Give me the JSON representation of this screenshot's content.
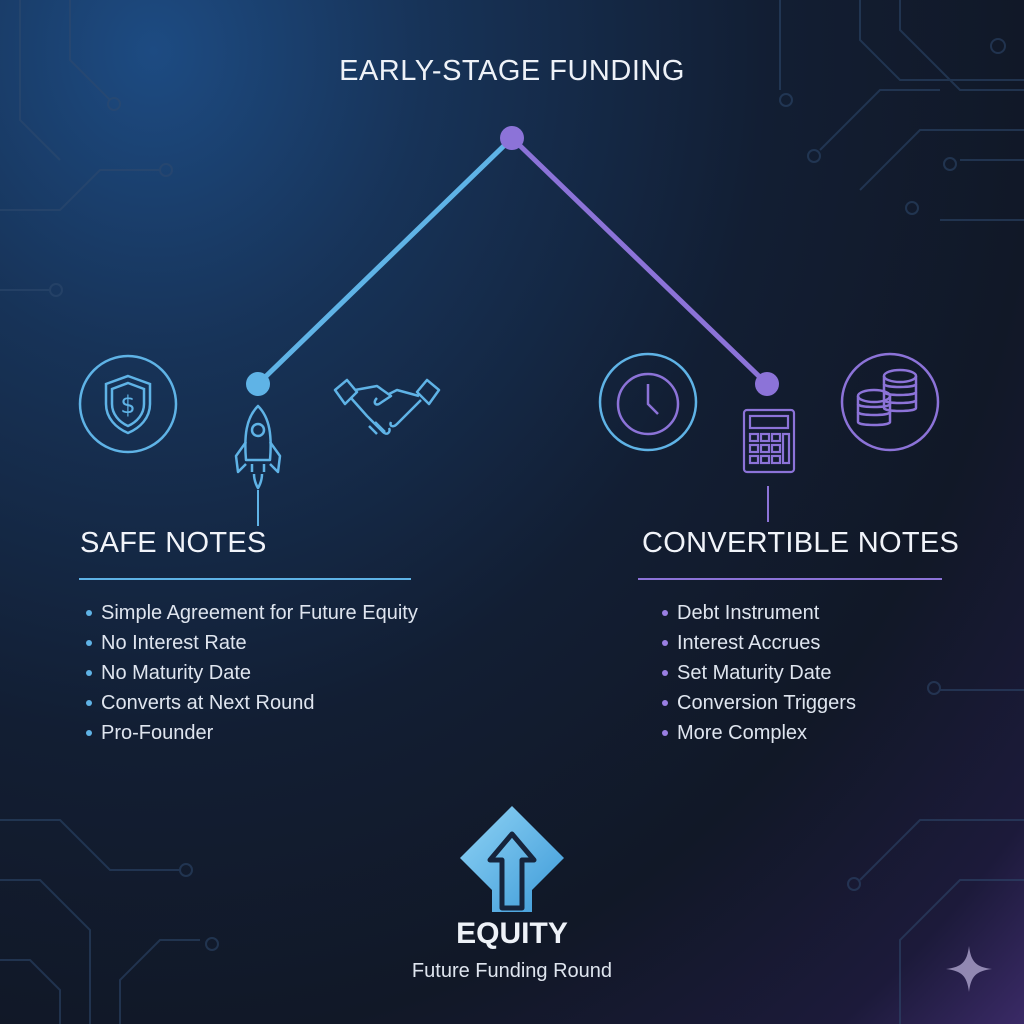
{
  "title": "EARLY-STAGE FUNDING",
  "colors": {
    "safe_accent": "#5fb3e6",
    "convertible_accent": "#8c73d8"
  },
  "safe": {
    "title": "SAFE NOTES",
    "icons": [
      "shield-dollar-icon",
      "rocket-icon",
      "handshake-icon"
    ],
    "points": [
      "Simple Agreement for Future Equity",
      "No Interest Rate",
      "No Maturity Date",
      "Converts at Next Round",
      "Pro-Founder"
    ]
  },
  "convertible": {
    "title": "CONVERTIBLE NOTES",
    "icons": [
      "clock-icon",
      "calculator-icon",
      "coins-icon"
    ],
    "points": [
      "Debt Instrument",
      "Interest Accrues",
      "Set Maturity Date",
      "Conversion Triggers",
      "More Complex"
    ]
  },
  "equity": {
    "title": "EQUITY",
    "subtitle": "Future Funding Round",
    "icon": "up-arrow-diamond-icon"
  }
}
